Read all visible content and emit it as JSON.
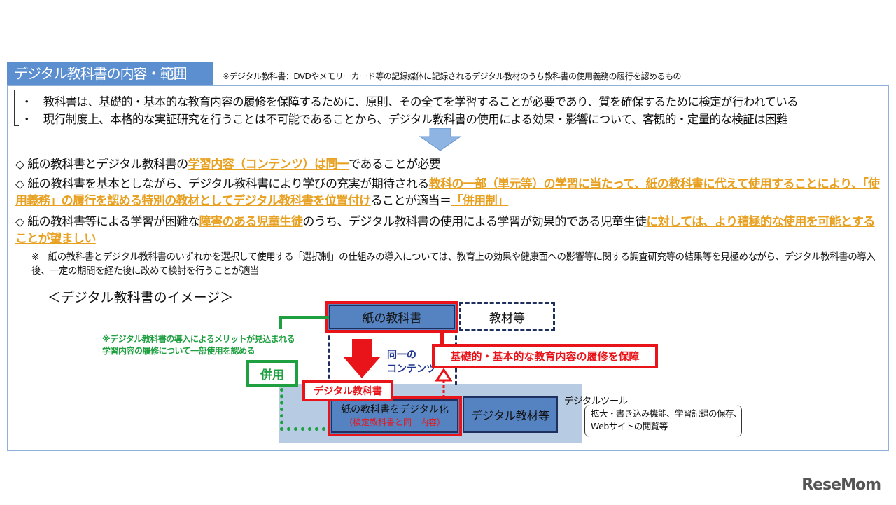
{
  "title": "デジタル教科書の内容・範囲",
  "note": "※デジタル教科書：DVDやメモリーカード等の記録媒体に記録されるデジタル教材のうち教科書の使用義務の履行を認めるもの",
  "bullets": [
    "・　教科書は、基礎的・基本的な教育内容の履修を保障するために、原則、その全てを学習することが必要であり、質を確保するために検定が行われている",
    "・　現行制度上、本格的な実証研究を行うことは不可能であることから、デジタル教科書の使用による効果・影響について、客観的・定量的な検証は困難"
  ],
  "p1": {
    "a": "◇ 紙の教科書とデジタル教科書の",
    "b": "学習内容（コンテンツ）は同一",
    "c": "であることが必要"
  },
  "p2": {
    "a": "◇ 紙の教科書を基本としながら、デジタル教科書により学びの充実が期待される",
    "b": "教科の一部（単元等）の学習に当たって、紙の教科書に代えて使用することにより、「使用義務」の履行を認める特別の教材としてデジタル教科書を位置付け",
    "c": "ることが適当＝",
    "d": "「併用制」"
  },
  "p3": {
    "a": "◇ 紙の教科書等による学習が困難な",
    "b": "障害のある児童生徒",
    "c": "のうち、デジタル教科書の使用による学習が効果的である児童生徒",
    "d": "に対しては、より積極的な使用を可能とすることが望ましい"
  },
  "p4": "※　紙の教科書とデジタル教科書のいずれかを選択して使用する「選択制」の仕組みの導入については、教育上の効果や健康面への影響等に関する調査研究等の結果等を見極めながら、デジタル教科書の導入後、一定の期間を経た後に改めて検討を行うことが適当",
  "image_heading": "＜デジタル教科書のイメージ＞",
  "diagram": {
    "paper": "紙の教科書",
    "materials": "教材等",
    "green_note": "※デジタル教科書の導入によるメリットが見込まれる\n学習内容の履修について一部使用を認める",
    "heiyo": "併用",
    "same_content": "同一の\nコンテンツ",
    "guarantee": "基礎的・基本的な教育内容の履修を保障",
    "digital_textbook": "デジタル教科書",
    "digitized": "紙の教科書をデジタル化",
    "digitized_sub": "（検定教科書と同一内容）",
    "digital_materials": "デジタル教材等",
    "digital_tool": "デジタルツール",
    "tool_desc": "拡大・書き込み機能、学習記録の保存、\nWebサイトの閲覧等"
  },
  "logo": "ReseMom"
}
